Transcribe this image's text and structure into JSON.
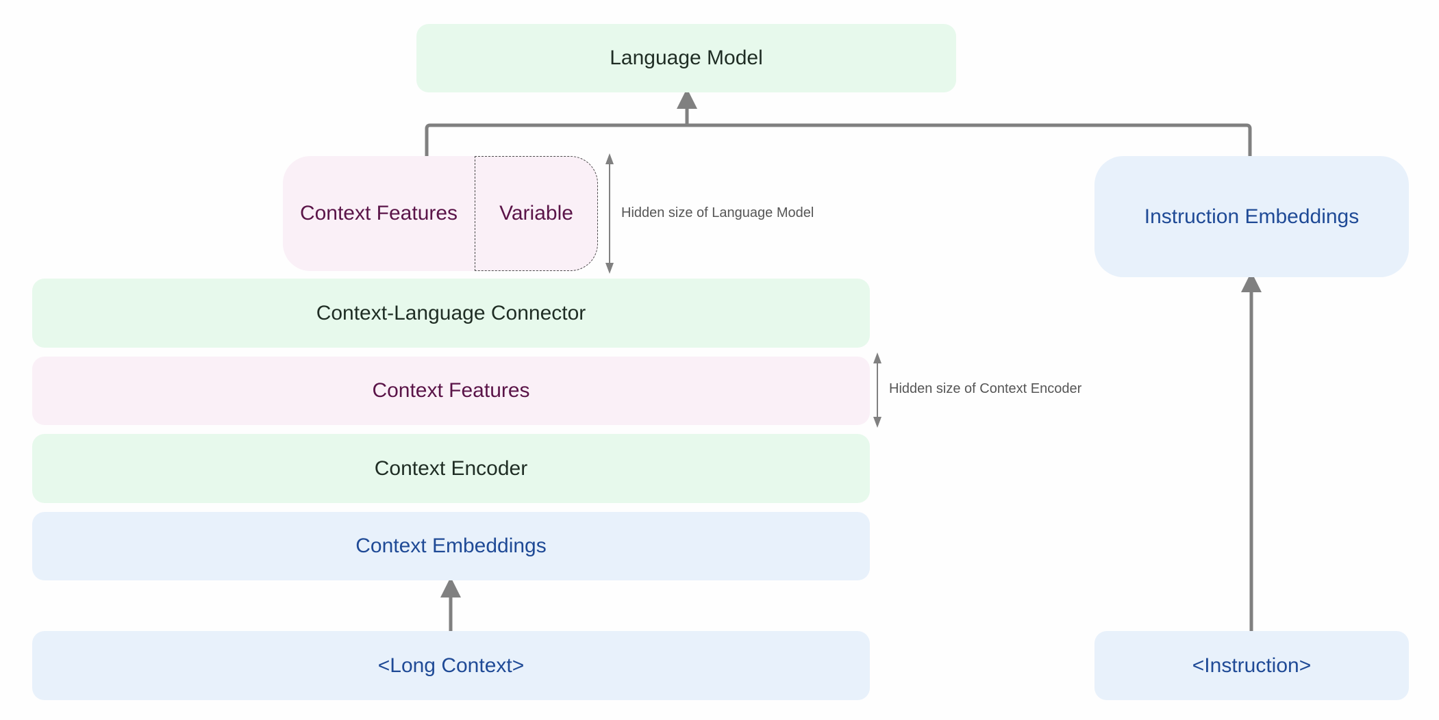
{
  "nodes": {
    "language_model": "Language Model",
    "context_features_top": "Context Features",
    "variable": "Variable",
    "context_language_connector": "Context-Language Connector",
    "context_features": "Context Features",
    "context_encoder": "Context Encoder",
    "context_embeddings": "Context Embeddings",
    "long_context": "<Long Context>",
    "instruction_embeddings": "Instruction Embeddings",
    "instruction": "<Instruction>"
  },
  "annotations": {
    "lm_hidden": "Hidden size of Language Model",
    "encoder_hidden": "Hidden size of Context Encoder"
  },
  "colors": {
    "model_block": "#e7f9ec",
    "feature_block": "#faf0f7",
    "embedding_block": "#e8f1fb",
    "arrow": "#808080"
  }
}
